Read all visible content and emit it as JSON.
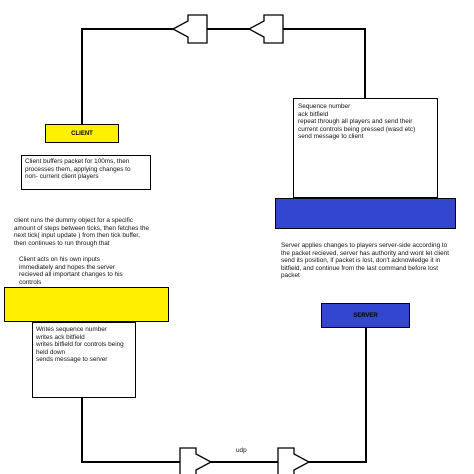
{
  "colors": {
    "client": "#ffef00",
    "server": "#3346d0",
    "line": "#000000",
    "background": "#ffffff"
  },
  "server_info": {
    "text": "Sequence number\nack bitfield\nrepeat through all players and send their\ncurrent controls being pressed (wasd etc)\nsend message to client"
  },
  "client_label": "CLIENT",
  "client_buffer": {
    "text": "Client buffers packet for 100ms, then\nprocesses them, applying changes to\nnon- current client players"
  },
  "client_dummy": {
    "text": "client runs the dummy object for a specific\namount of steps between ticks, then fetches the\nnext tick( input update ) from then tick buffer,\nthen continues to run through that"
  },
  "client_inputs": {
    "text": "Client acts on his own inputs\nimmediately and hopes the server\nrecieved all important changes to his\ncontrols"
  },
  "client_send": {
    "text": "Writes sequence number\nwrites ack bitfield\nwrites bitfield for controls being\nheld down\nsends message to server"
  },
  "server_apply": {
    "text": "Server applies changes to players server-side according to\nthe packet recieved, server has authority and wont let client\nsend its position, if packet is lost, don't acknowledge it in\nbitfield, and continue from the last command before lost\npacket"
  },
  "server_label": "SERVER",
  "udp_label": "udp"
}
